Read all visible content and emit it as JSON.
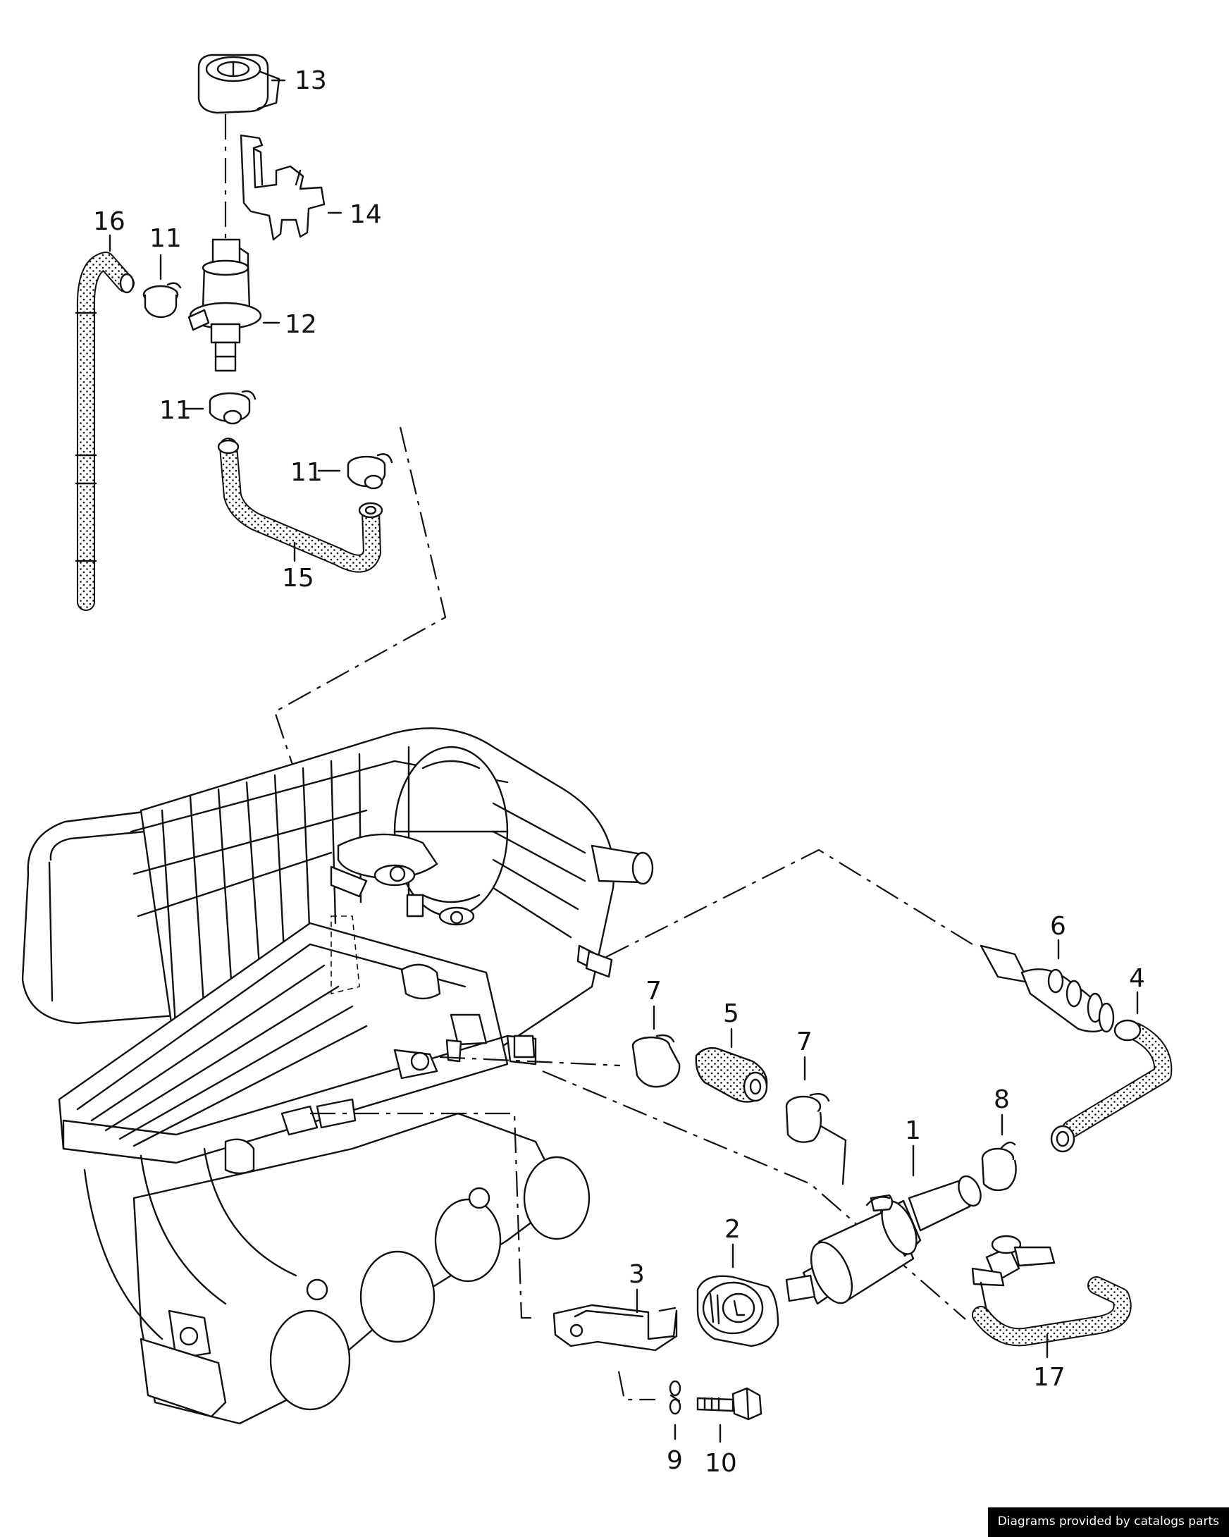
{
  "diagram": {
    "callouts": [
      {
        "id": "c13",
        "label": "13"
      },
      {
        "id": "c14",
        "label": "14"
      },
      {
        "id": "c16",
        "label": "16"
      },
      {
        "id": "c11a",
        "label": "11"
      },
      {
        "id": "c12",
        "label": "12"
      },
      {
        "id": "c11b",
        "label": "11"
      },
      {
        "id": "c11c",
        "label": "11"
      },
      {
        "id": "c15",
        "label": "15"
      },
      {
        "id": "c6",
        "label": "6"
      },
      {
        "id": "c4",
        "label": "4"
      },
      {
        "id": "c7a",
        "label": "7"
      },
      {
        "id": "c5",
        "label": "5"
      },
      {
        "id": "c7b",
        "label": "7"
      },
      {
        "id": "c8",
        "label": "8"
      },
      {
        "id": "c1",
        "label": "1"
      },
      {
        "id": "c2",
        "label": "2"
      },
      {
        "id": "c3",
        "label": "3"
      },
      {
        "id": "c17",
        "label": "17"
      },
      {
        "id": "c9",
        "label": "9"
      },
      {
        "id": "c10",
        "label": "10"
      }
    ]
  },
  "footer": {
    "credit": "Diagrams provided by catalogs parts"
  }
}
